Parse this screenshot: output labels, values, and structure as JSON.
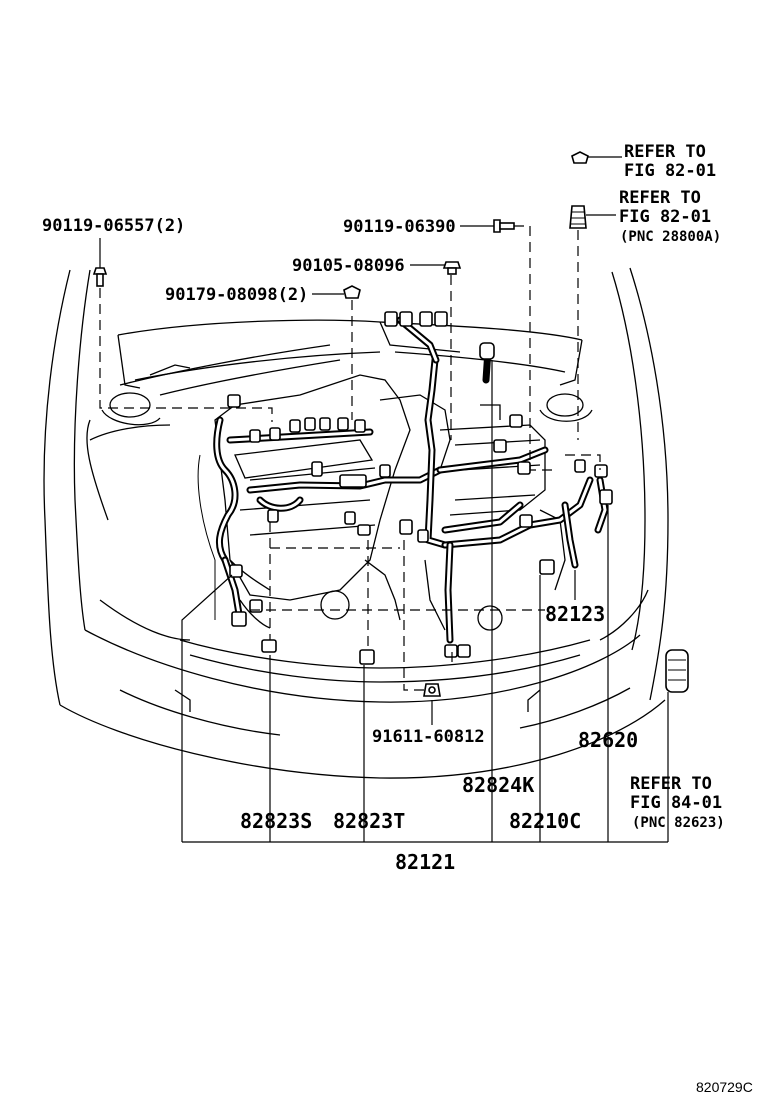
{
  "diagram_id": "820729C",
  "parts": {
    "bolt_90119_06557": "90119-06557(2)",
    "bolt_90119_06390": "90119-06390",
    "nut_90105_08096": "90105-08096",
    "nut_90179_08098": "90179-08098(2)",
    "clamp_91611_60812": "91611-60812",
    "harness_82123": "82123",
    "harness_82620": "82620",
    "clamp_82824k": "82824K",
    "clamp_82823s": "82823S",
    "clamp_82823t": "82823T",
    "clamp_82210c": "82210C",
    "harness_82121": "82121"
  },
  "references": {
    "ref1_line1": "REFER TO",
    "ref1_line2": "FIG 82-01",
    "ref2_line1": "REFER TO",
    "ref2_line2": "FIG 82-01",
    "ref2_line3": "(PNC 28800A)",
    "ref3_line1": "REFER TO",
    "ref3_line2": "FIG 84-01",
    "ref3_line3": "(PNC 82623)"
  }
}
